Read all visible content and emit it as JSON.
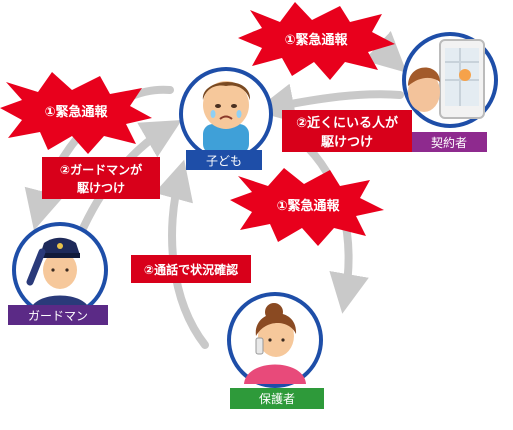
{
  "nodes": {
    "child": {
      "label": "子ども"
    },
    "contractor": {
      "label": "契約者"
    },
    "guard": {
      "label": "ガードマン"
    },
    "guardian": {
      "label": "保護者"
    }
  },
  "callouts": {
    "top_right_alert": "①緊急通報",
    "left_alert": "①緊急通報",
    "middle_alert": "①緊急通報",
    "guard_rush_line1": "②ガードマンが",
    "guard_rush_line2": "駆けつけ",
    "nearby_line1": "②近くにいる人が",
    "nearby_line2": "駆けつけ",
    "call_check": "②通話で状況確認"
  },
  "colors": {
    "node_ring": "#1e4ea8",
    "child_label_bg": "#1e4ea8",
    "contractor_label_bg": "#8e2a8e",
    "guard_label_bg": "#5b2a86",
    "guardian_label_bg": "#2e9a3a",
    "burst_red": "#e8001c",
    "box_red": "#d8001a",
    "arrow_gray": "#c9c9c9"
  }
}
